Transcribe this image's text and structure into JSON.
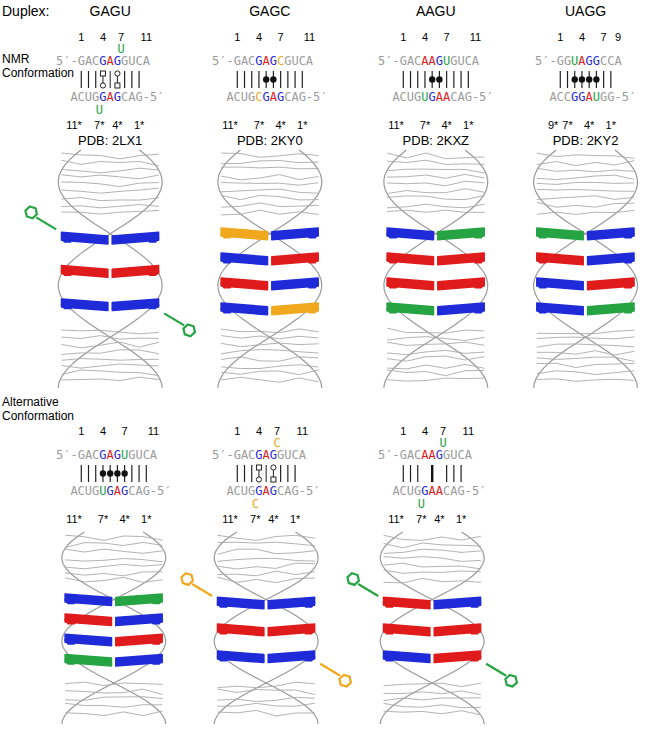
{
  "diagram": {
    "labels": [
      "Duplex:",
      "GAGU",
      "GAGC",
      "AAGU",
      "UAGG",
      "NMR Conformation",
      "1",
      "4",
      "7",
      "11",
      "5′-GAC",
      "G",
      "A",
      "G",
      "U",
      "GUCA",
      "ACUG",
      "U",
      "G",
      "A",
      "G",
      "CAG-5′",
      "11*",
      "7*",
      "4*",
      "1*",
      "PDB: 2LX1",
      "1",
      "4",
      "7",
      "11",
      "5′-GAC",
      "G",
      "A",
      "G",
      "C",
      "GUCA",
      "ACUG",
      "C",
      "G",
      "A",
      "G",
      "CAG-5′",
      "11*",
      "7*",
      "4*",
      "1*",
      "PDB: 2KY0",
      "1",
      "4",
      "7",
      "11",
      "5′-GAC",
      "AA",
      "G",
      "U",
      "GUCA",
      "ACUG",
      "U",
      "G",
      "AA",
      "CAG-5′",
      "11*",
      "7*",
      "4*",
      "1*",
      "PDB: 2KXZ",
      "1",
      "4",
      "7",
      "9",
      "5′-GG",
      "U",
      "A",
      "GG",
      "CCA",
      "ACC",
      "GG",
      "A",
      "U",
      "GG-5′",
      "9*",
      "7*",
      "4*",
      "1*",
      "PDB: 2KY2",
      "Alternative Conformation",
      "1",
      "4",
      "7",
      "11",
      "5′-GAC",
      "G",
      "A",
      "G",
      "U",
      "GUCA",
      "ACUG",
      "U",
      "G",
      "A",
      "G",
      "CAG-5′",
      "11*",
      "7*",
      "4*",
      "1*",
      "1",
      "4",
      "7",
      "11",
      "5′-GAC",
      "G",
      "A",
      "G",
      "C",
      "GUCA",
      "ACUG",
      "C",
      "G",
      "A",
      "G",
      "CAG-5′",
      "11*",
      "7*",
      "4*",
      "1*",
      "1",
      "4",
      "7",
      "11",
      "5′-GAC",
      "AA",
      "G",
      "U",
      "GUCA",
      "ACUG",
      "U",
      "G",
      "AA",
      "CAG-5′",
      "11*",
      "7*",
      "4*",
      "1*"
    ]
  }
}
